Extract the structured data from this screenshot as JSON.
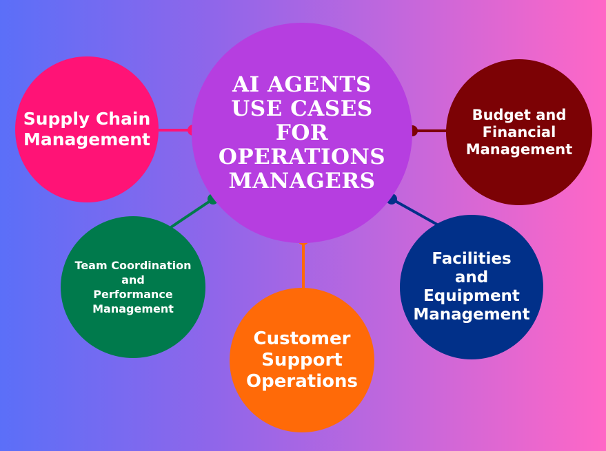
{
  "center": {
    "title": "AI AGENTS\nUSE CASES\nFOR\nOPERATIONS\nMANAGERS",
    "color": "#b63ee0"
  },
  "nodes": {
    "supply_chain": {
      "label": "Supply Chain\nManagement",
      "color": "#ff1376"
    },
    "budget": {
      "label": "Budget and\nFinancial\nManagement",
      "color": "#7c0205"
    },
    "team": {
      "label": "Team Coordination\nand\nPerformance\nManagement",
      "color": "#007a4c"
    },
    "customer": {
      "label": "Customer\nSupport\nOperations",
      "color": "#ff6a08"
    },
    "facilities": {
      "label": "Facilities\nand\nEquipment\nManagement",
      "color": "#013089"
    }
  }
}
